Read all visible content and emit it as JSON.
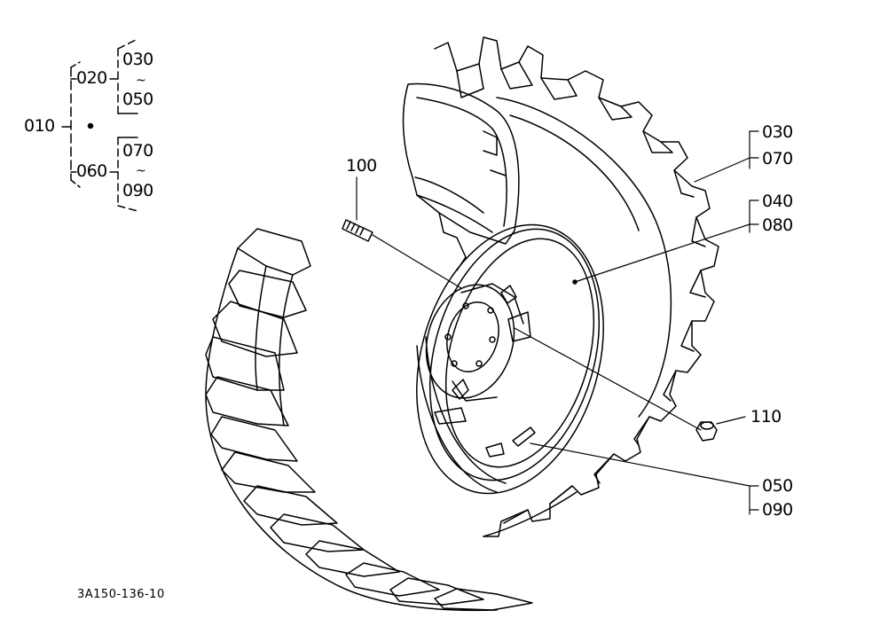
{
  "legend": {
    "root": "010",
    "branch_a": "020",
    "branch_a_first": "030",
    "branch_a_last": "050",
    "branch_b": "060",
    "branch_b_first": "070",
    "branch_b_last": "090",
    "range_mark": "~"
  },
  "callouts": {
    "stud": "100",
    "tire_1": "030",
    "tire_2": "070",
    "rim_1": "040",
    "rim_2": "080",
    "nut": "110",
    "valve_1": "050",
    "valve_2": "090"
  },
  "figure_id": "3A150-136-10"
}
